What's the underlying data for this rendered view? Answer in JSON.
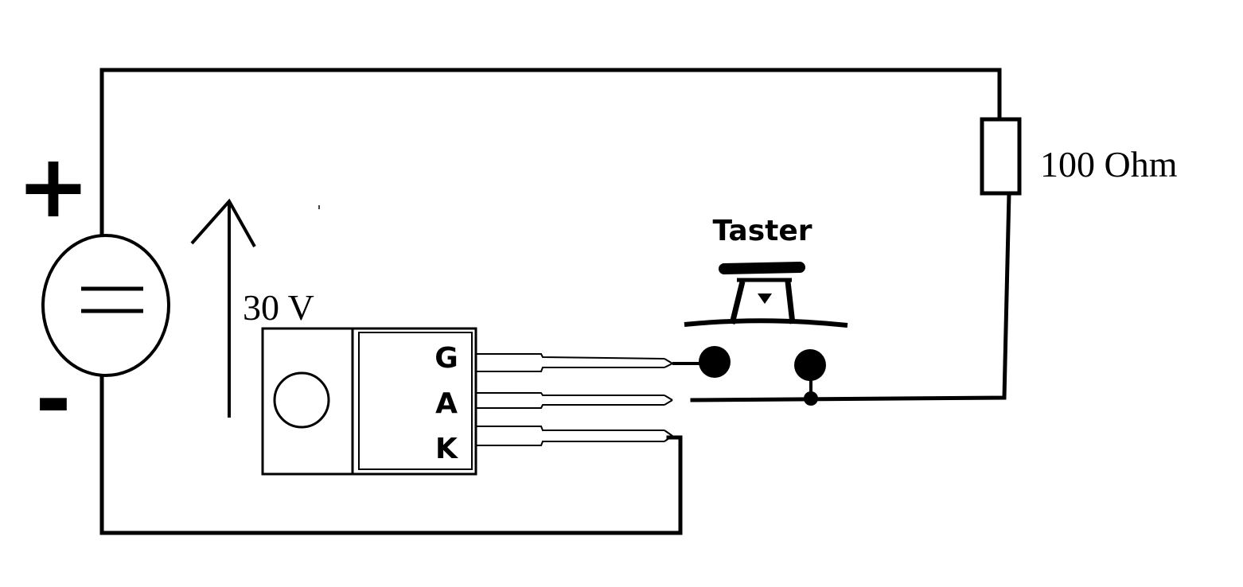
{
  "source": {
    "plus_symbol": "+",
    "minus_symbol": "-"
  },
  "voltage": {
    "label": "30 V"
  },
  "resistor": {
    "label": "100 Ohm"
  },
  "switch": {
    "label": "Taster"
  },
  "thyristor": {
    "pins": {
      "gate": "G",
      "anode": "A",
      "cathode": "K"
    }
  }
}
